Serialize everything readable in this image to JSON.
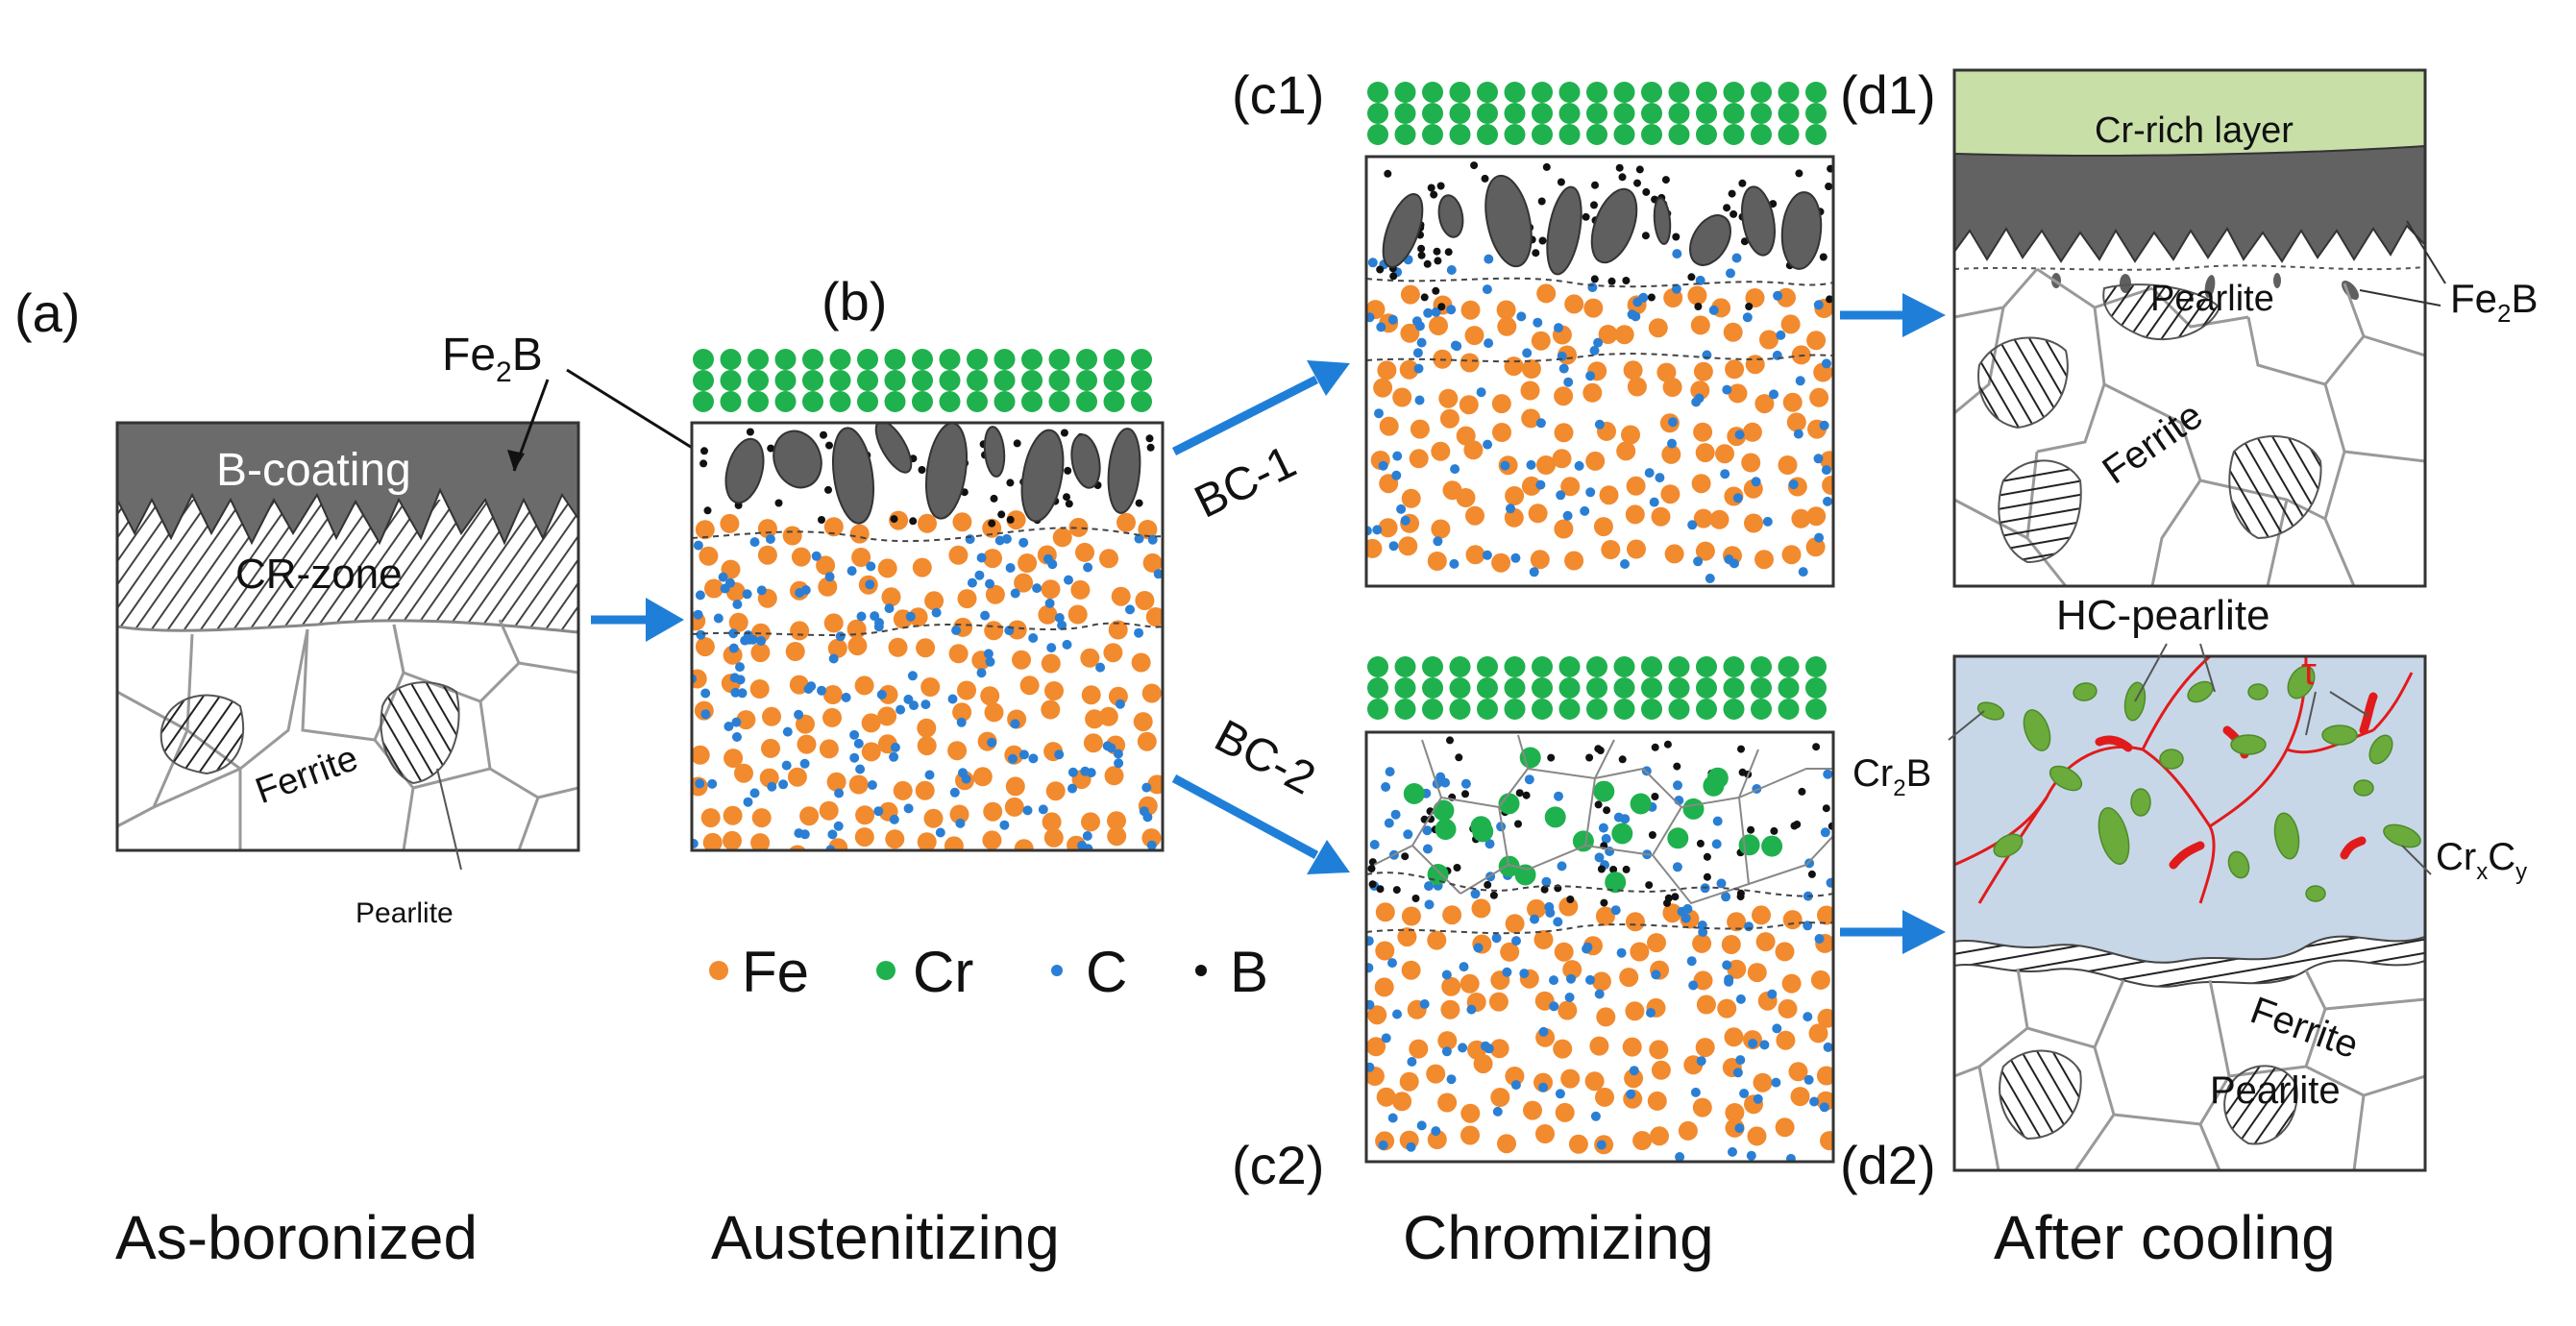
{
  "panel_labels": {
    "a": "(a)",
    "b": "(b)",
    "c1": "(c1)",
    "c2": "(c2)",
    "d1": "(d1)",
    "d2": "(d2)"
  },
  "stage_labels": {
    "as_boronized": "As-boronized",
    "austenitizing": "Austenitizing",
    "chromizing": "Chromizing",
    "after_cooling": "After cooling"
  },
  "route_labels": {
    "bc1": "BC-1",
    "bc2": "BC-2"
  },
  "panel_a": {
    "coating": "B-coating",
    "cr_zone": "CR-zone",
    "ferrite": "Ferrite",
    "pearlite": "Pearlite"
  },
  "fe2b_label": {
    "base": "Fe",
    "sub": "2",
    "tail": "B"
  },
  "panel_d1": {
    "cr_rich_layer": "Cr-rich layer",
    "pearlite": "Pearlite",
    "ferrite": "Ferrite"
  },
  "panel_d2": {
    "hc_pearlite": "HC-pearlite",
    "cr2b": {
      "base": "Cr",
      "sub": "2",
      "tail": "B"
    },
    "crxcy": {
      "a": "Cr",
      "sub1": "x",
      "b": "C",
      "sub2": "y"
    },
    "ferrite": "Ferrite",
    "pearlite": "Pearlite",
    "tau": "τ"
  },
  "legend": [
    {
      "symbol": "Fe",
      "color": "#f28a2e"
    },
    {
      "symbol": "Cr",
      "color": "#1fb14d"
    },
    {
      "symbol": "C",
      "color": "#2a7fd4"
    },
    {
      "symbol": "B",
      "color": "#111111"
    }
  ],
  "colors": {
    "fe": "#f28a2e",
    "cr": "#1fb14d",
    "c": "#2a7fd4",
    "b": "#111111",
    "coating": "#6b6b6b",
    "arrow": "#1f7fd8",
    "cr_rich": "#c9dfa8",
    "hc_region": "#c7d7e8",
    "boundary_red": "#e11b1b",
    "cr_precip": "#6aab3c"
  }
}
